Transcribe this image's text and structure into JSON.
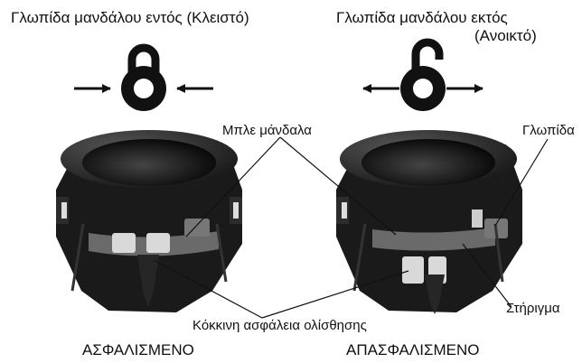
{
  "left_panel": {
    "title": "Γλωπίδα μανδάλου εντός (Κλειστό)",
    "state": "ΑΣΦΑΛΙΣΜΕΝΟ",
    "icon": "lock-closed-icon"
  },
  "right_panel": {
    "title_line1": "Γλωπίδα μανδάλου εκτός",
    "title_line2": "(Ανοικτό)",
    "state": "ΑΠΑΣΦΑΛΙΣΜΕΝΟ",
    "icon": "lock-open-icon"
  },
  "callouts": {
    "blue_latches": "Μπλε μάνδαλα",
    "tab": "Γλωπίδα",
    "red_slide_lock": "Κόκκινη ασφάλεια ολίσθησης",
    "bracket": "Στήριγμα"
  }
}
